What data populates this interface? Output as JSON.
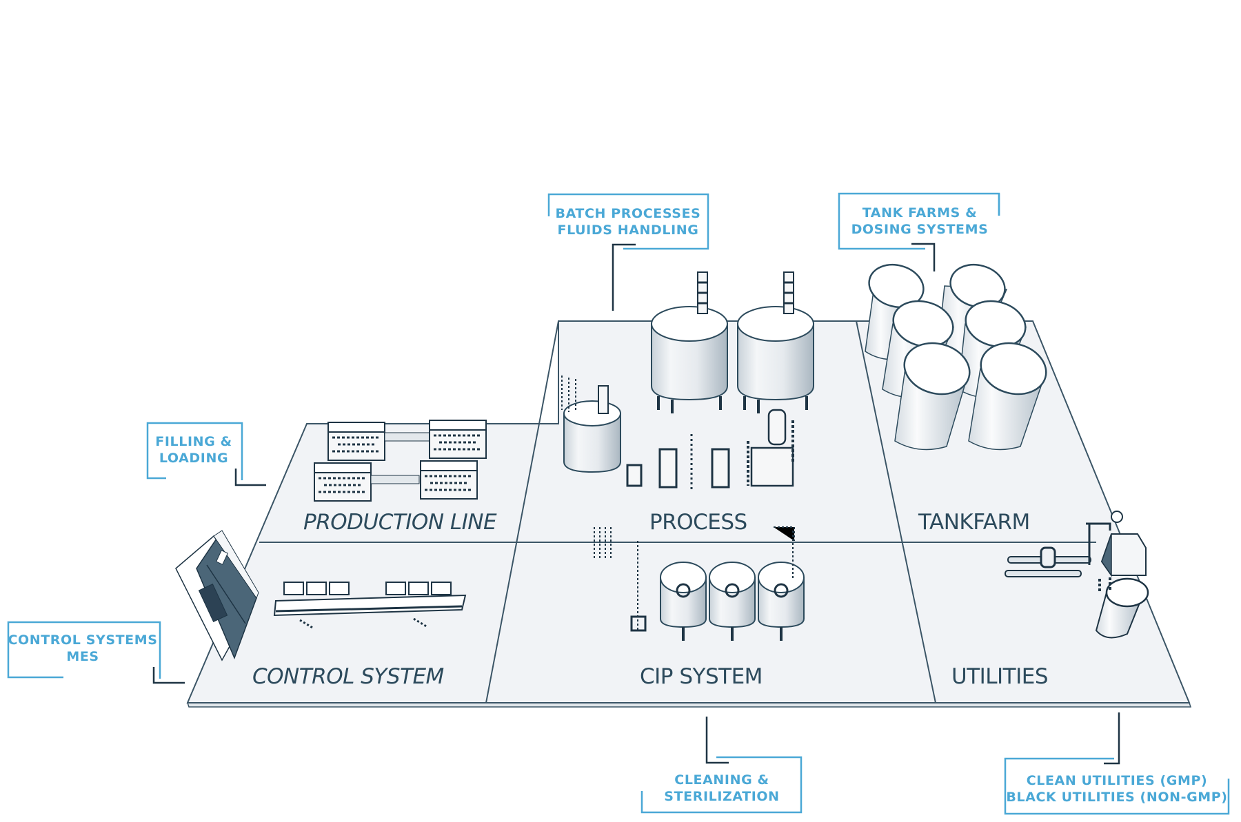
{
  "diagram": {
    "title": "Pharmaceutical plant layout",
    "zones": [
      {
        "id": "production-line",
        "label": "PRODUCTION LINE",
        "italic": true
      },
      {
        "id": "process",
        "label": "PROCESS",
        "italic": false
      },
      {
        "id": "tankfarm",
        "label": "TANKFARM",
        "italic": false
      },
      {
        "id": "control-system",
        "label": "CONTROL SYSTEM",
        "italic": true
      },
      {
        "id": "cip-system",
        "label": "CIP SYSTEM",
        "italic": false
      },
      {
        "id": "utilities",
        "label": "UTILITIES",
        "italic": false
      }
    ],
    "callouts": {
      "batch": {
        "line1": "BATCH PROCESSES",
        "line2": "FLUIDS HANDLING"
      },
      "tankfarms": {
        "line1": "TANK FARMS &",
        "line2": "DOSING SYSTEMS"
      },
      "filling": {
        "line1": "FILLING &",
        "line2": "LOADING"
      },
      "control": {
        "line1": "CONTROL SYSTEMS",
        "line2": "MES"
      },
      "cleaning": {
        "line1": "CLEANING &",
        "line2": "STERILIZATION"
      },
      "utilities": {
        "line1": "CLEAN UTILITIES (GMP)",
        "line2": "BLACK UTILITIES (NON-GMP)"
      }
    },
    "colors": {
      "accent_blue": "#4aa8d6",
      "dark_navy": "#1e3444",
      "floor": "#f1f3f6",
      "zone_text": "#2c4a5c"
    }
  }
}
